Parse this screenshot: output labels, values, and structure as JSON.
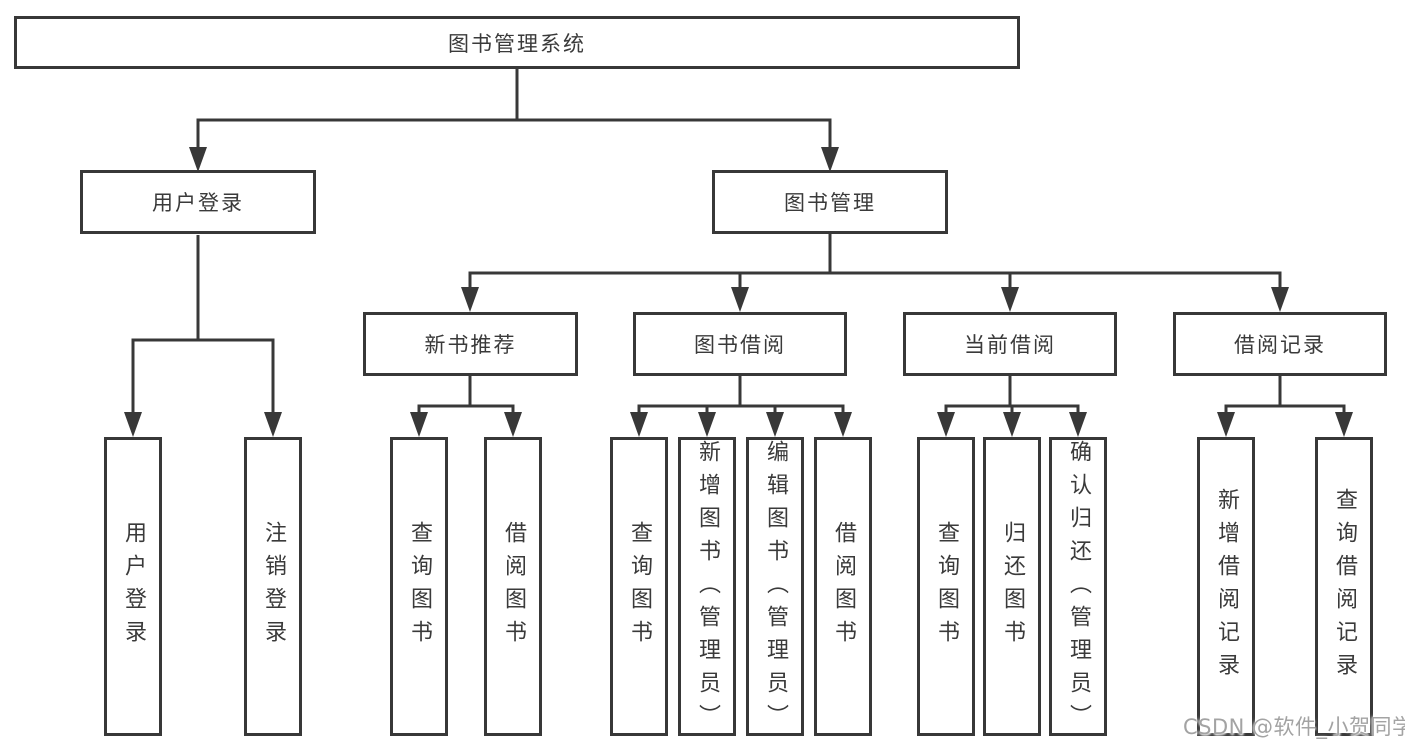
{
  "tree": {
    "label": "图书管理系统",
    "children": [
      {
        "label": "用户登录",
        "children": [
          {
            "label": "用户登录"
          },
          {
            "label": "注销登录"
          }
        ]
      },
      {
        "label": "图书管理",
        "children": [
          {
            "label": "新书推荐",
            "children": [
              {
                "label": "查询图书"
              },
              {
                "label": "借阅图书"
              }
            ]
          },
          {
            "label": "图书借阅",
            "children": [
              {
                "label": "查询图书"
              },
              {
                "label": "新增图书（管理员）"
              },
              {
                "label": "编辑图书（管理员）"
              },
              {
                "label": "借阅图书"
              }
            ]
          },
          {
            "label": "当前借阅",
            "children": [
              {
                "label": "查询图书"
              },
              {
                "label": "归还图书"
              },
              {
                "label": "确认归还（管理员）"
              }
            ]
          },
          {
            "label": "借阅记录",
            "children": [
              {
                "label": "新增借阅记录"
              },
              {
                "label": "查询借阅记录"
              }
            ]
          }
        ]
      }
    ]
  },
  "watermark": {
    "text": "CSDN @软件_小贺同学"
  },
  "colors": {
    "line": "#383838",
    "text": "#3a3a3a",
    "watermark": "#a3a3a3",
    "background": "#ffffff"
  }
}
